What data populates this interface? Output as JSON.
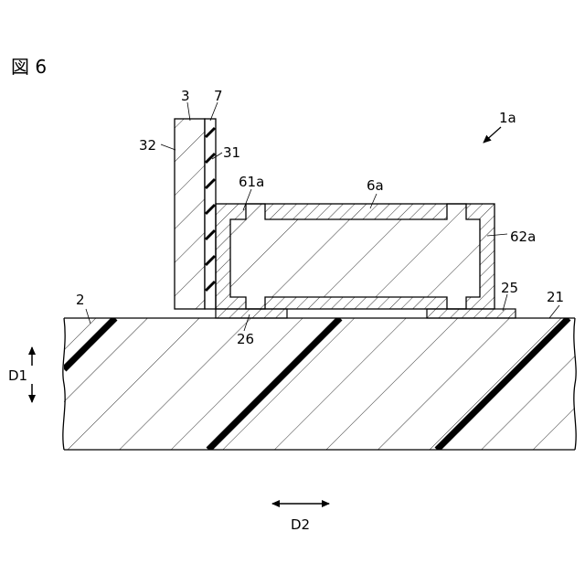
{
  "figure": {
    "title": "図 6"
  },
  "labels": {
    "assembly": "1a",
    "substrate": "2",
    "substrate_surface": "21",
    "pad_right": "25",
    "pad_left": "26",
    "wall": "3",
    "wall_outer": "32",
    "wall_inner": "31",
    "insulator": "7",
    "component": "6a",
    "electrode_left": "61a",
    "electrode_right": "62a",
    "dir_vertical": "D1",
    "dir_horizontal": "D2"
  }
}
